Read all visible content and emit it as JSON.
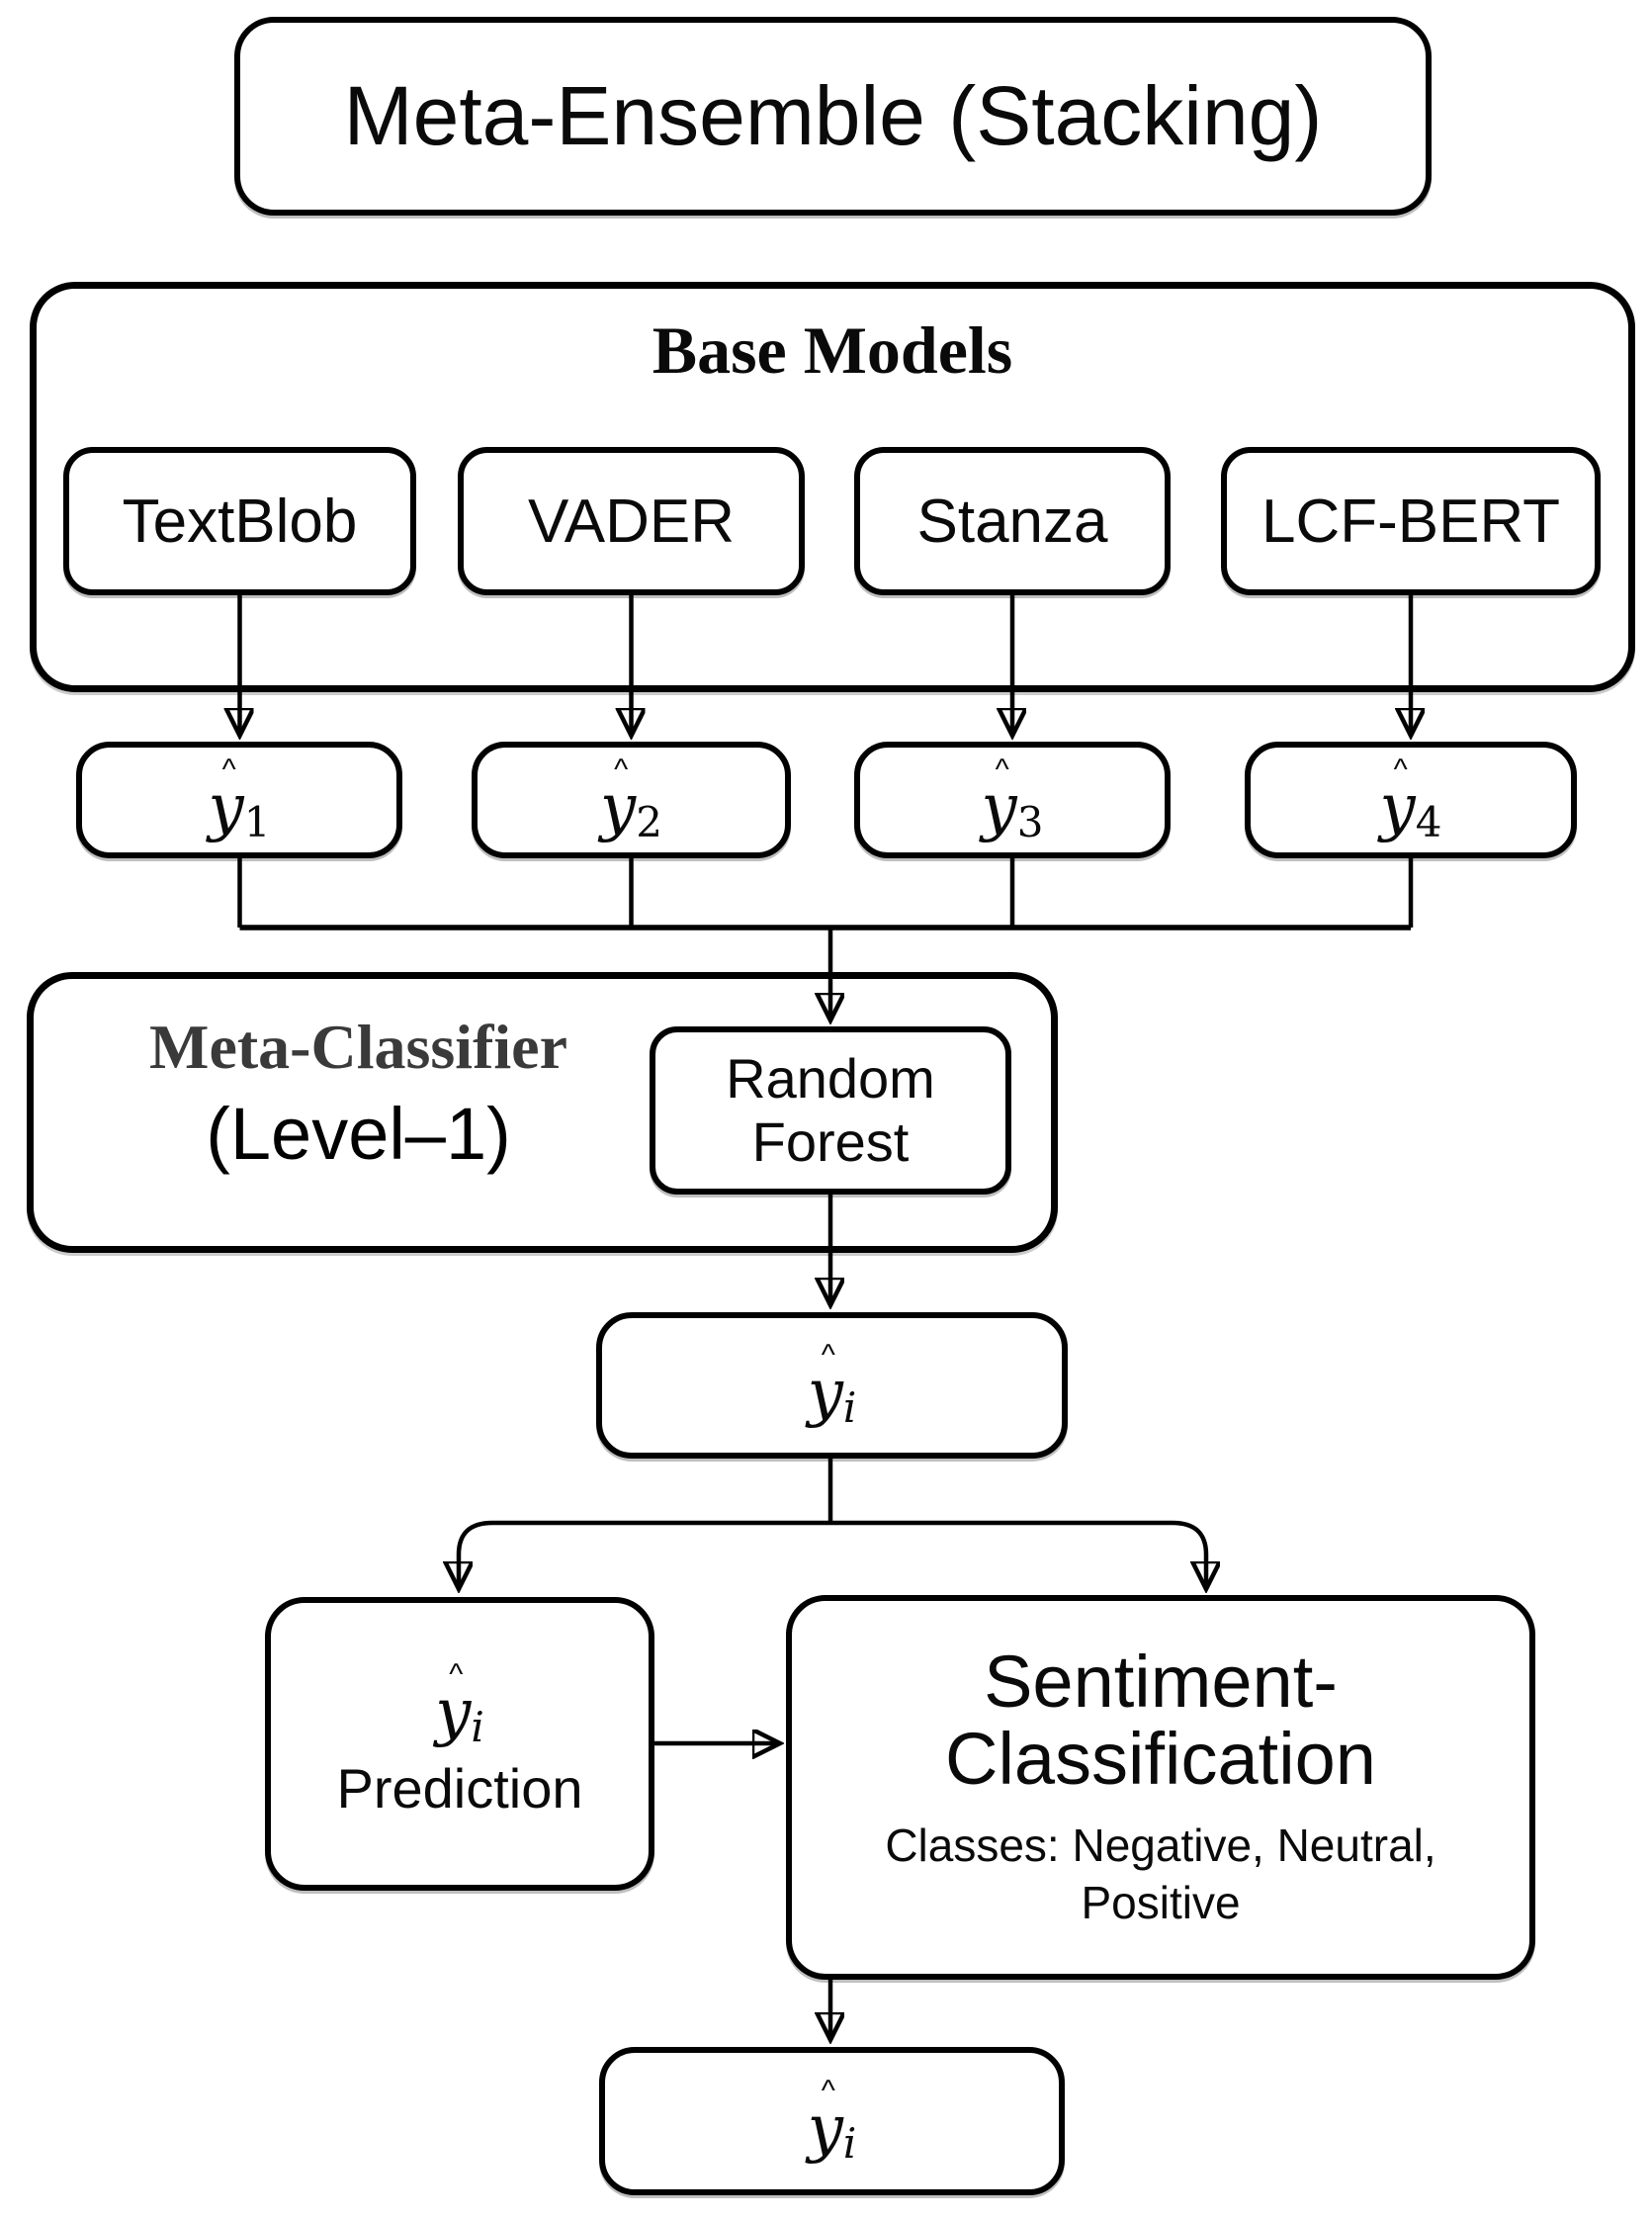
{
  "title_box": {
    "label": "Meta-Ensemble (Stacking)"
  },
  "base_models": {
    "title": "Base Models",
    "models": [
      {
        "label": "TextBlob"
      },
      {
        "label": "VADER"
      },
      {
        "label": "Stanza"
      },
      {
        "label": "LCF-BERT"
      }
    ]
  },
  "predictions": [
    {
      "hat": "^",
      "base": "y",
      "sub": "1"
    },
    {
      "hat": "^",
      "base": "y",
      "sub": "2"
    },
    {
      "hat": "^",
      "base": "y",
      "sub": "3"
    },
    {
      "hat": "^",
      "base": "y",
      "sub": "4"
    }
  ],
  "meta_classifier": {
    "title": "Meta-Classifier",
    "subtitle": "(Level–1)",
    "model": {
      "line1": "Random",
      "line2": "Forest"
    }
  },
  "meta_output": {
    "hat": "^",
    "base": "y",
    "sub": "i"
  },
  "prediction_box": {
    "hat": "^",
    "base": "y",
    "sub": "i",
    "label": "Prediction"
  },
  "sentiment_box": {
    "line1": "Sentiment-",
    "line2": "Classification",
    "classes_line1": "Classes: Negative, Neutral,",
    "classes_line2": "Positive"
  },
  "final_output": {
    "hat": "^",
    "base": "y",
    "sub": "i"
  },
  "colors": {
    "stroke": "#000000",
    "meta_title_text": "#3a3a3a",
    "background": "#ffffff"
  }
}
